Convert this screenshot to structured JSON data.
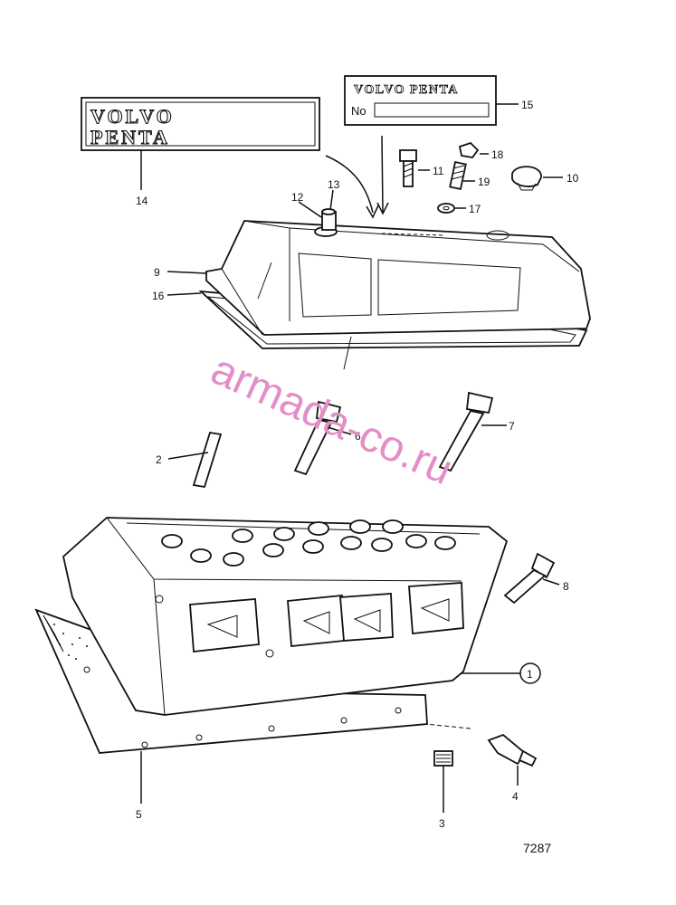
{
  "nameplate": {
    "line1": "VOLVO",
    "line2": "PENTA"
  },
  "label_tag": {
    "brand": "VOLVO PENTA",
    "field_label": "No"
  },
  "callouts": [
    {
      "id": "c1",
      "text": "1"
    },
    {
      "id": "c2",
      "text": "2"
    },
    {
      "id": "c3",
      "text": "3"
    },
    {
      "id": "c4",
      "text": "4"
    },
    {
      "id": "c5",
      "text": "5"
    },
    {
      "id": "c6",
      "text": "6"
    },
    {
      "id": "c7",
      "text": "7"
    },
    {
      "id": "c8",
      "text": "8"
    },
    {
      "id": "c9",
      "text": "9"
    },
    {
      "id": "c10",
      "text": "10"
    },
    {
      "id": "c11",
      "text": "11"
    },
    {
      "id": "c12",
      "text": "12"
    },
    {
      "id": "c13",
      "text": "13"
    },
    {
      "id": "c14",
      "text": "14"
    },
    {
      "id": "c15",
      "text": "15"
    },
    {
      "id": "c16",
      "text": "16"
    },
    {
      "id": "c17",
      "text": "17"
    },
    {
      "id": "c18",
      "text": "18"
    },
    {
      "id": "c19",
      "text": "19"
    }
  ],
  "figure_number": "7287",
  "watermark": "armada-co.ru"
}
